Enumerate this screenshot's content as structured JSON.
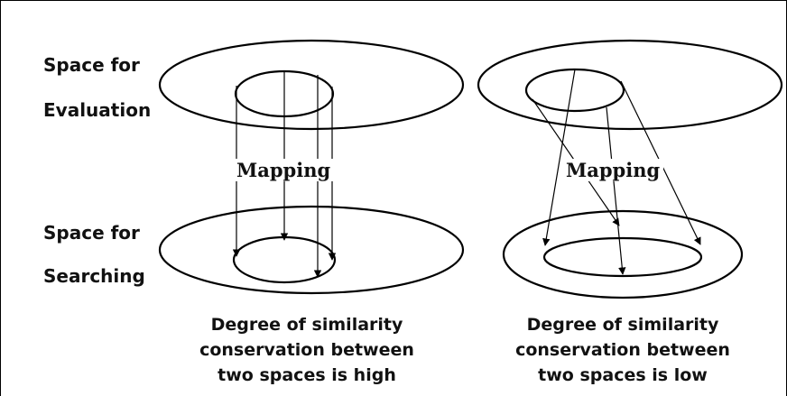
{
  "labels": {
    "space_evaluation_line1": "Space for",
    "space_evaluation_line2": "Evaluation",
    "space_searching_line1": "Space for",
    "space_searching_line2": "Searching"
  },
  "panels": [
    {
      "mapping_label": "Mapping",
      "caption_line1": "Degree of similarity",
      "caption_line2": "conservation between",
      "caption_line3": "two spaces is high"
    },
    {
      "mapping_label": "Mapping",
      "caption_line1": "Degree of similarity",
      "caption_line2": "conservation between",
      "caption_line3": "two spaces is low"
    }
  ],
  "colors": {
    "stroke": "#000000",
    "text": "#111111",
    "background": "#ffffff"
  }
}
